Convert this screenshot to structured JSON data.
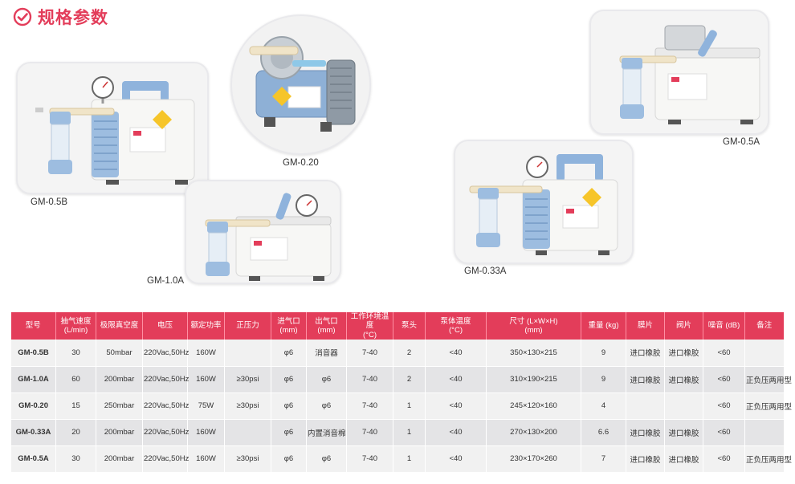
{
  "heading": {
    "title": "规格参数"
  },
  "products": {
    "gm05b": {
      "caption": "GM-0.5B"
    },
    "gm020": {
      "caption": "GM-0.20"
    },
    "gm10a": {
      "caption": "GM-1.0A"
    },
    "gm05a": {
      "caption": "GM-0.5A"
    },
    "gm033a": {
      "caption": "GM-0.33A"
    }
  },
  "table": {
    "headers": [
      [
        "型号",
        ""
      ],
      [
        "抽气速度",
        "(L/min)"
      ],
      [
        "极限真空度",
        ""
      ],
      [
        "电压",
        ""
      ],
      [
        "额定功率",
        ""
      ],
      [
        "正压力",
        ""
      ],
      [
        "进气口",
        "(mm)"
      ],
      [
        "出气口",
        "(mm)"
      ],
      [
        "工作环境温度",
        "(°C)"
      ],
      [
        "泵头",
        ""
      ],
      [
        "泵体温度",
        "(°C)"
      ],
      [
        "尺寸 (L×W×H)",
        "(mm)"
      ],
      [
        "重量 (kg)",
        ""
      ],
      [
        "膜片",
        ""
      ],
      [
        "阀片",
        ""
      ],
      [
        "噪音 (dB)",
        ""
      ],
      [
        "备注",
        ""
      ]
    ],
    "rows": [
      [
        "GM-0.5B",
        "30",
        "50mbar",
        "220Vac,50Hz",
        "160W",
        "",
        "φ6",
        "消音器",
        "7-40",
        "2",
        "<40",
        "350×130×215",
        "9",
        "进口橡胶",
        "进口橡胶",
        "<60",
        ""
      ],
      [
        "GM-1.0A",
        "60",
        "200mbar",
        "220Vac,50Hz",
        "160W",
        "≥30psi",
        "φ6",
        "φ6",
        "7-40",
        "2",
        "<40",
        "310×190×215",
        "9",
        "进口橡胶",
        "进口橡胶",
        "<60",
        "正负压两用型"
      ],
      [
        "GM-0.20",
        "15",
        "250mbar",
        "220Vac,50Hz",
        "75W",
        "≥30psi",
        "φ6",
        "φ6",
        "7-40",
        "1",
        "<40",
        "245×120×160",
        "4",
        "",
        "",
        "<60",
        "正负压两用型"
      ],
      [
        "GM-0.33A",
        "20",
        "200mbar",
        "220Vac,50Hz",
        "160W",
        "",
        "φ6",
        "内置消音棉",
        "7-40",
        "1",
        "<40",
        "270×130×200",
        "6.6",
        "进口橡胶",
        "进口橡胶",
        "<60",
        ""
      ],
      [
        "GM-0.5A",
        "30",
        "200mbar",
        "220Vac,50Hz",
        "160W",
        "≥30psi",
        "φ6",
        "φ6",
        "7-40",
        "1",
        "<40",
        "230×170×260",
        "7",
        "进口橡胶",
        "进口橡胶",
        "<60",
        "正负压两用型"
      ]
    ]
  },
  "colors": {
    "accent": "#e33d5a",
    "pump_blue": "#8fb3dc",
    "row_light": "#f1f1f1",
    "row_dark": "#e4e4e6"
  }
}
